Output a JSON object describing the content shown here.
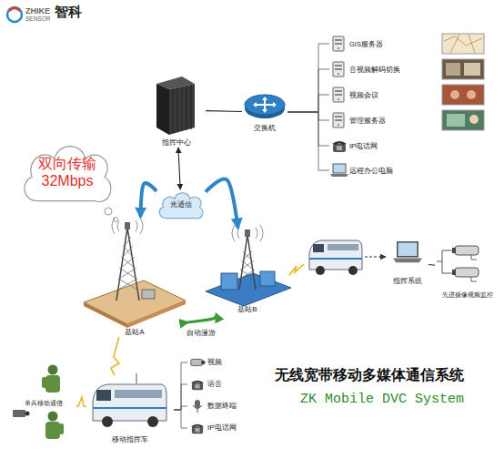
{
  "diagram": {
    "title": "无线宽带移动多媒体通信系统",
    "nodes": [
      {
        "text": [
          "双向传输 32Mbps"
        ]
      },
      {
        "text": [
          "指挥中心"
        ]
      },
      {
        "text": [
          "交换机"
        ]
      },
      {
        "text": [
          "GIS服务器"
        ]
      },
      {
        "text": [
          "音视频解码切换"
        ]
      },
      {
        "text": [
          "视频会议"
        ]
      },
      {
        "text": [
          "管理服务器"
        ]
      },
      {
        "text": [
          "IP电话网"
        ]
      },
      {
        "text": [
          "远程办公电脑"
        ]
      },
      {
        "text": [
          "光通信"
        ]
      },
      {
        "text": [
          "基站A"
        ]
      },
      {
        "text": [
          "基站B"
        ]
      },
      {
        "text": [
          "指挥系统"
        ]
      },
      {
        "text": [
          "先进摄像视频监控"
        ]
      },
      {
        "text": [
          "单兵移动通信"
        ]
      },
      {
        "text": [
          "移动指挥车"
        ]
      },
      {
        "text": [
          "视频"
        ]
      },
      {
        "text": [
          "语音"
        ]
      },
      {
        "text": [
          "数据终端"
        ]
      },
      {
        "text": [
          "IP电话网"
        ]
      }
    ],
    "edges": [
      {
        "from": 1,
        "to": 9,
        "arrow": "both"
      },
      {
        "from": 1,
        "to": 2,
        "arrow": "none"
      },
      {
        "from": 2,
        "to": 3,
        "arrow": "none"
      },
      {
        "from": 2,
        "to": 4,
        "arrow": "none"
      },
      {
        "from": 2,
        "to": 5,
        "arrow": "none"
      },
      {
        "from": 2,
        "to": 6,
        "arrow": "none"
      },
      {
        "from": 2,
        "to": 7,
        "arrow": "none"
      },
      {
        "from": 2,
        "to": 8,
        "arrow": "none"
      },
      {
        "from": 9,
        "to": 10,
        "arrow": "to"
      },
      {
        "from": 9,
        "to": 11,
        "arrow": "to"
      },
      {
        "from": 10,
        "to": 11,
        "label": "自动漫游",
        "arrow": "both"
      },
      {
        "from": 12,
        "to": 13,
        "arrow": "none"
      },
      {
        "from": 14,
        "to": 15,
        "arrow": "none"
      },
      {
        "from": 15,
        "to": 10,
        "arrow": "none"
      },
      {
        "from": 15,
        "to": 16,
        "arrow": "none"
      },
      {
        "from": 15,
        "to": 17,
        "arrow": "none"
      },
      {
        "from": 15,
        "to": 18,
        "arrow": "none"
      },
      {
        "from": 15,
        "to": 19,
        "arrow": "none"
      }
    ],
    "labels": [
      "ZHIKE",
      "SENSOR",
      "智科",
      "ZK Mobile DVC System"
    ]
  }
}
